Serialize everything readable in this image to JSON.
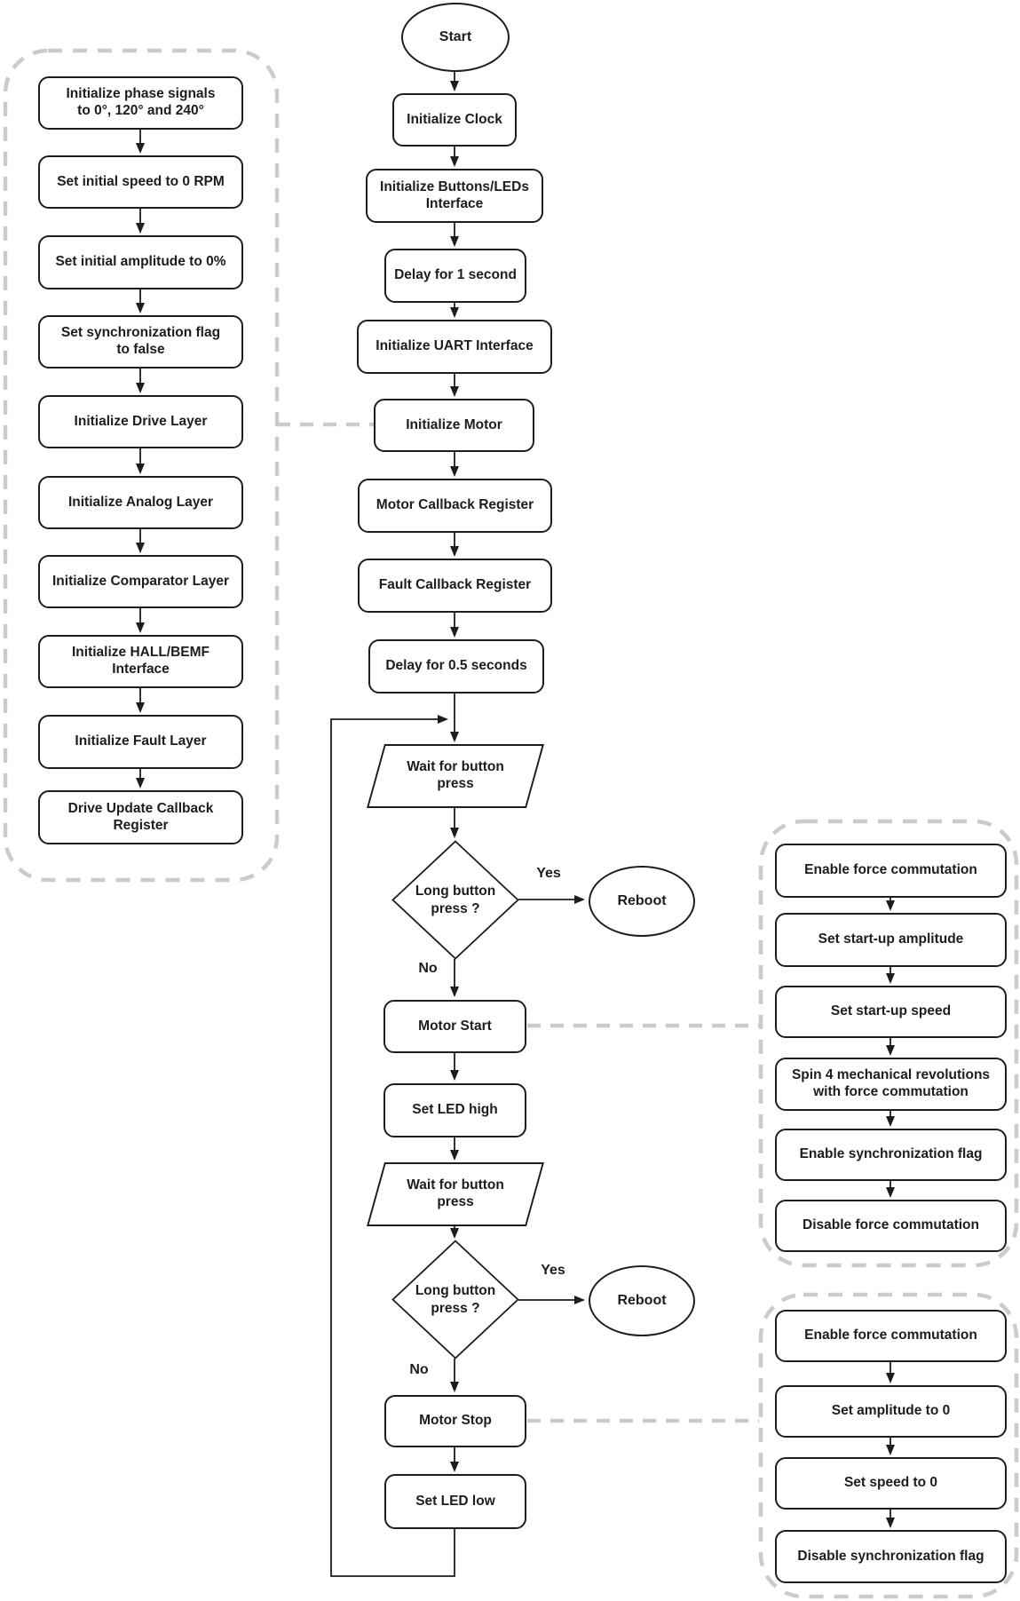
{
  "colors": {
    "line": "#1d1d1d",
    "dashed_group": "#c9cccc",
    "background": "#ffffff",
    "text": "#1d1d1d"
  },
  "main": {
    "start": "Start",
    "init_clock": "Initialize Clock",
    "init_buttons_leds": "Initialize Buttons/LEDs\nInterface",
    "delay_1s": "Delay for 1 second",
    "init_uart": "Initialize UART Interface",
    "init_motor": "Initialize Motor",
    "motor_callback": "Motor Callback Register",
    "fault_callback": "Fault Callback Register",
    "delay_05s": "Delay for 0.5 seconds",
    "wait_button_1": "Wait for button\npress",
    "decision_1": "Long button\npress ?",
    "decision_1_yes": "Yes",
    "decision_1_no": "No",
    "reboot_1": "Reboot",
    "motor_start": "Motor Start",
    "set_led_high": "Set LED high",
    "wait_button_2": "Wait for button\npress",
    "decision_2": "Long button\npress ?",
    "decision_2_yes": "Yes",
    "decision_2_no": "No",
    "reboot_2": "Reboot",
    "motor_stop": "Motor Stop",
    "set_led_low": "Set LED low"
  },
  "init_motor_group": {
    "steps": [
      "Initialize phase signals\nto 0°, 120° and 240°",
      "Set initial speed to 0 RPM",
      "Set initial amplitude to 0%",
      "Set synchronization flag\nto false",
      "Initialize Drive Layer",
      "Initialize Analog Layer",
      "Initialize Comparator Layer",
      "Initialize HALL/BEMF\nInterface",
      "Initialize Fault Layer",
      "Drive Update Callback\nRegister"
    ]
  },
  "motor_start_group": {
    "steps": [
      "Enable force commutation",
      "Set start-up amplitude",
      "Set start-up speed",
      "Spin 4 mechanical revolutions\nwith force commutation",
      "Enable synchronization flag",
      "Disable force commutation"
    ]
  },
  "motor_stop_group": {
    "steps": [
      "Enable force commutation",
      "Set amplitude to 0",
      "Set speed to 0",
      "Disable synchronization flag"
    ]
  }
}
